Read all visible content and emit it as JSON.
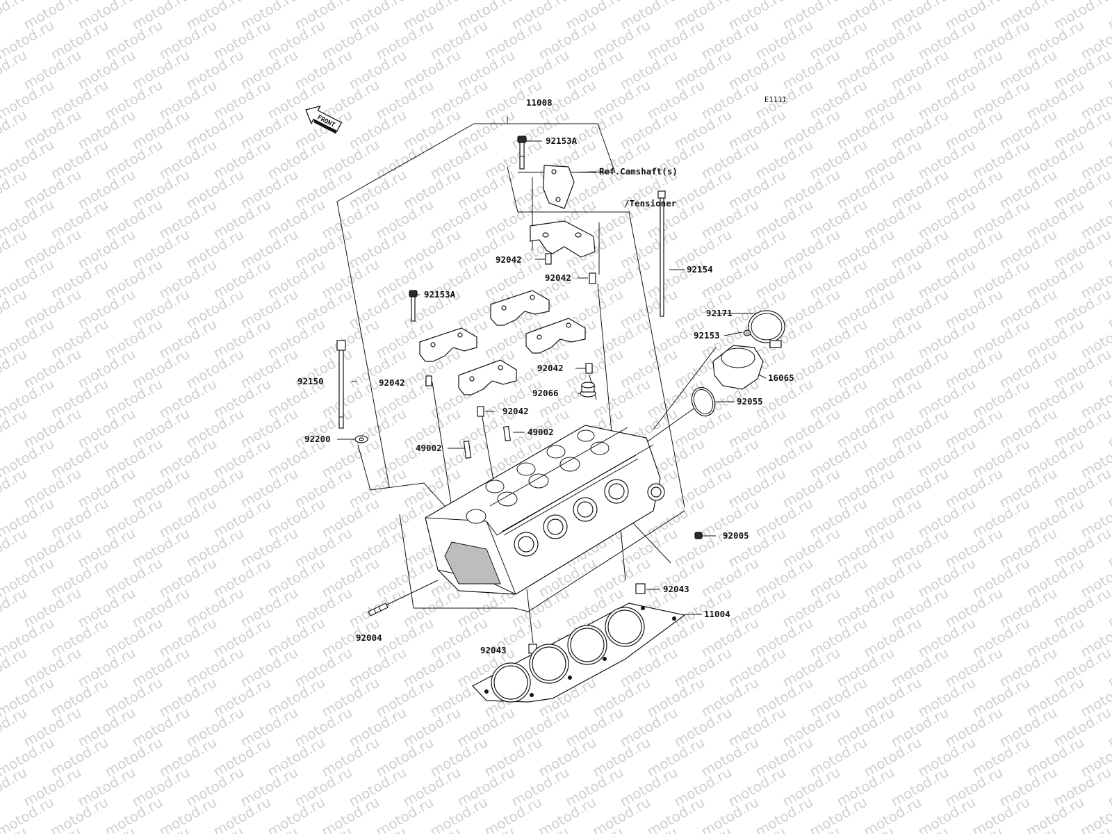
{
  "diagram": {
    "code": "E1111",
    "watermark": "motod.ru",
    "front_arrow": "FRONT",
    "labels": [
      {
        "id": "l11008",
        "text": "11008"
      },
      {
        "id": "l92153A_top",
        "text": "92153A"
      },
      {
        "id": "lref1",
        "text": "Ref.Camshaft(s)"
      },
      {
        "id": "lref2",
        "text": "/Tensioner"
      },
      {
        "id": "l92042_a",
        "text": "92042"
      },
      {
        "id": "l92042_b",
        "text": "92042"
      },
      {
        "id": "l92154",
        "text": "92154"
      },
      {
        "id": "l92153A_mid",
        "text": "92153A"
      },
      {
        "id": "l92171",
        "text": "92171"
      },
      {
        "id": "l92153",
        "text": "92153"
      },
      {
        "id": "l16065",
        "text": "16065"
      },
      {
        "id": "l92150",
        "text": "92150"
      },
      {
        "id": "l92042_c",
        "text": "92042"
      },
      {
        "id": "l92042_d",
        "text": "92042"
      },
      {
        "id": "l92066",
        "text": "92066"
      },
      {
        "id": "l92055",
        "text": "92055"
      },
      {
        "id": "l92042_e",
        "text": "92042"
      },
      {
        "id": "l49002_a",
        "text": "49002"
      },
      {
        "id": "l92200",
        "text": "92200"
      },
      {
        "id": "l49002_b",
        "text": "49002"
      },
      {
        "id": "l92005",
        "text": "92005"
      },
      {
        "id": "l92043_a",
        "text": "92043"
      },
      {
        "id": "l11004",
        "text": "11004"
      },
      {
        "id": "l92004",
        "text": "92004"
      },
      {
        "id": "l92043_b",
        "text": "92043"
      }
    ]
  }
}
